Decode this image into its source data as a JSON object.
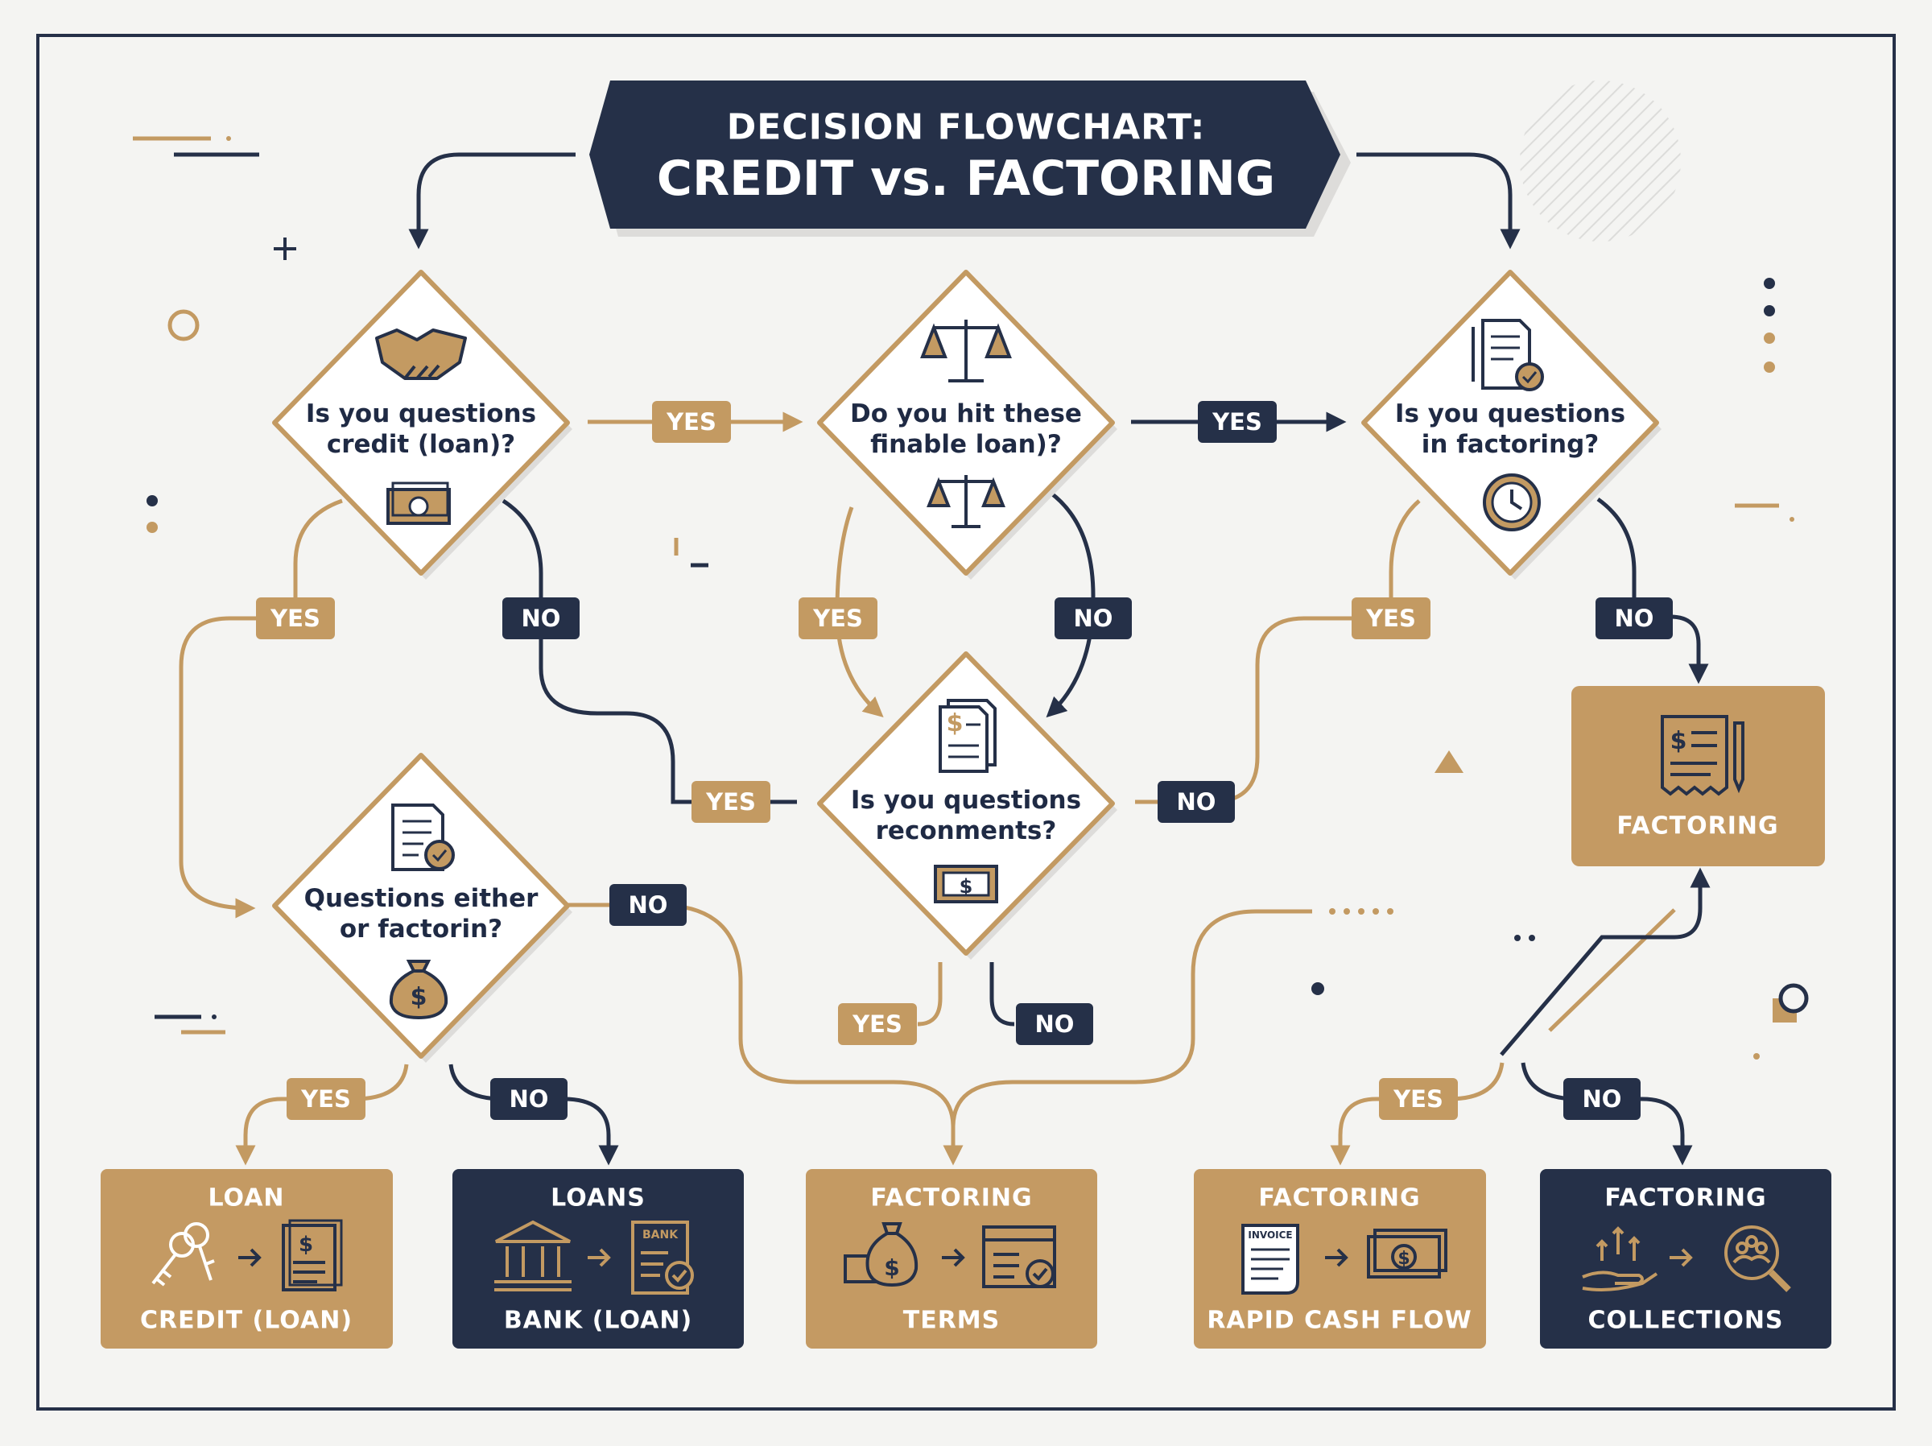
{
  "colors": {
    "navy": "#253048",
    "gold": "#c39a62",
    "gold_fill": "#c49a63",
    "background": "#f4f4f2"
  },
  "title": {
    "line1": "DECISION FLOWCHART:",
    "line2": "CREDIT vs. FACTORING"
  },
  "questions": {
    "q1": {
      "line1": "Is you questions",
      "line2": "credit (loan)?",
      "icons": [
        "handshake-icon",
        "cash-icon"
      ]
    },
    "q2": {
      "line1": "Do you hit these",
      "line2": "finable loan)?",
      "icons": [
        "scale-icon",
        "scale-icon"
      ]
    },
    "q3": {
      "line1": "Is you questions",
      "line2": "in factoring?",
      "icons": [
        "document-check-icon",
        "clock-icon"
      ]
    },
    "q4": {
      "line1": "Is you questions",
      "line2": "reconments?",
      "icons": [
        "invoice-icon",
        "cash-icon"
      ]
    },
    "q5": {
      "line1": "Questions either",
      "line2": "or factorin?",
      "icons": [
        "document-check-icon",
        "money-bag-icon"
      ]
    }
  },
  "labels": {
    "yes": "YES",
    "no": "NO"
  },
  "outcomes": {
    "factoring_right": {
      "title": "FACTORING",
      "icon": "receipt-pen-icon"
    },
    "loan": {
      "title": "LOAN",
      "caption": "CREDIT (LOAN)",
      "icons": [
        "keys-icon",
        "document-dollar-icon"
      ]
    },
    "loans": {
      "title": "LOANS",
      "caption": "BANK (LOAN)",
      "icons": [
        "bank-icon",
        "bank-document-icon"
      ],
      "doc_label": "BANK"
    },
    "factoring_terms": {
      "title": "FACTORING",
      "caption": "TERMS",
      "icons": [
        "money-bag-icon",
        "calendar-check-icon"
      ]
    },
    "factoring_cash": {
      "title": "FACTORING",
      "caption": "RAPID CASH FLOW",
      "icons": [
        "invoice-icon",
        "cash-icon"
      ],
      "doc_label": "INVOICE"
    },
    "factoring_collections": {
      "title": "FACTORING",
      "caption": "COLLECTIONS",
      "icons": [
        "growth-hand-icon",
        "search-people-icon"
      ]
    }
  }
}
